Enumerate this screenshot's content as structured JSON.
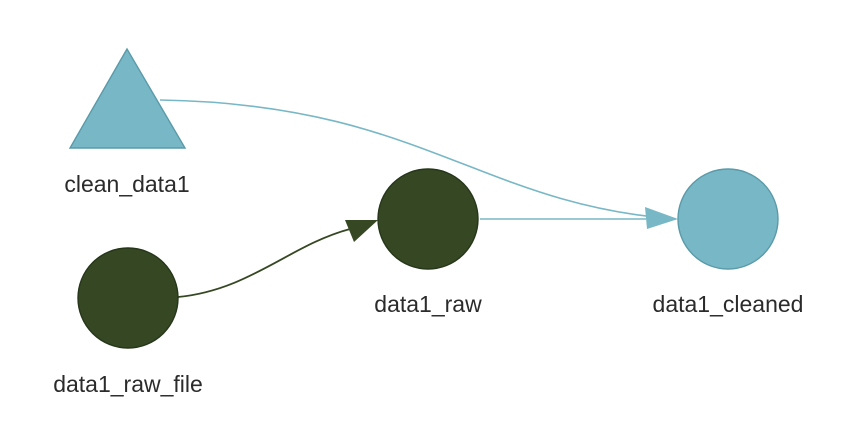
{
  "colors": {
    "outdated": "#78b7c5",
    "outdated_stroke": "#5a9aa9",
    "uptodate": "#354823",
    "uptodate_stroke": "#26361a",
    "label": "#2b2b2b"
  },
  "nodes": [
    {
      "id": "clean_data1",
      "label": "clean_data1",
      "shape": "triangle",
      "status": "outdated"
    },
    {
      "id": "data1_raw_file",
      "label": "data1_raw_file",
      "shape": "circle",
      "status": "uptodate"
    },
    {
      "id": "data1_raw",
      "label": "data1_raw",
      "shape": "circle",
      "status": "uptodate"
    },
    {
      "id": "data1_cleaned",
      "label": "data1_cleaned",
      "shape": "circle",
      "status": "outdated"
    }
  ],
  "edges": [
    {
      "from": "clean_data1",
      "to": "data1_cleaned"
    },
    {
      "from": "data1_raw",
      "to": "data1_cleaned"
    },
    {
      "from": "data1_raw_file",
      "to": "data1_raw"
    }
  ]
}
